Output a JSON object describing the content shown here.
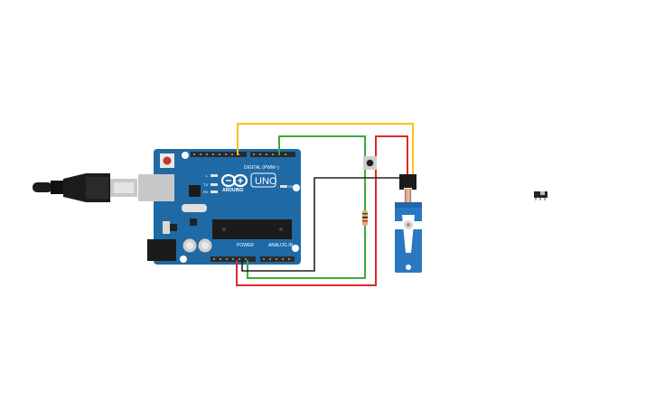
{
  "board": {
    "model_label": "UNO",
    "brand_label": "ARDUINO",
    "digital_header_label": "DIGITAL (PWM~)",
    "power_header_label": "POWER",
    "analog_header_label": "ANALOG IN",
    "led_labels": [
      "L",
      "TX",
      "RX",
      "ON"
    ]
  },
  "wires": [
    {
      "name": "yellow-signal-wire",
      "color": "#f5c518"
    },
    {
      "name": "green-wire",
      "color": "#3cab3c"
    },
    {
      "name": "red-5v-wire",
      "color": "#d92b2b"
    },
    {
      "name": "black-gnd-wire",
      "color": "#222222"
    }
  ],
  "colors": {
    "board": "#1f6aa5",
    "servo": "#2a78c2",
    "usb": "#1c1c1c"
  }
}
